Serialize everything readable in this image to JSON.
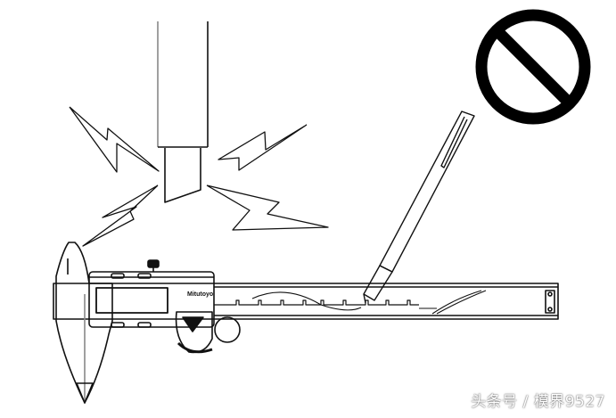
{
  "figure": {
    "description": "Caliper care warning illustration: do not strike with hammer/tools, do not scribe with marker",
    "prohibition_symbol": "no-entry-circle",
    "caliper_brand": "Mitutoyo",
    "colors": {
      "line": "#111111",
      "background": "#ffffff",
      "prohibition": "#000000"
    }
  },
  "watermark": {
    "text": "头条号 / 模界9527"
  }
}
